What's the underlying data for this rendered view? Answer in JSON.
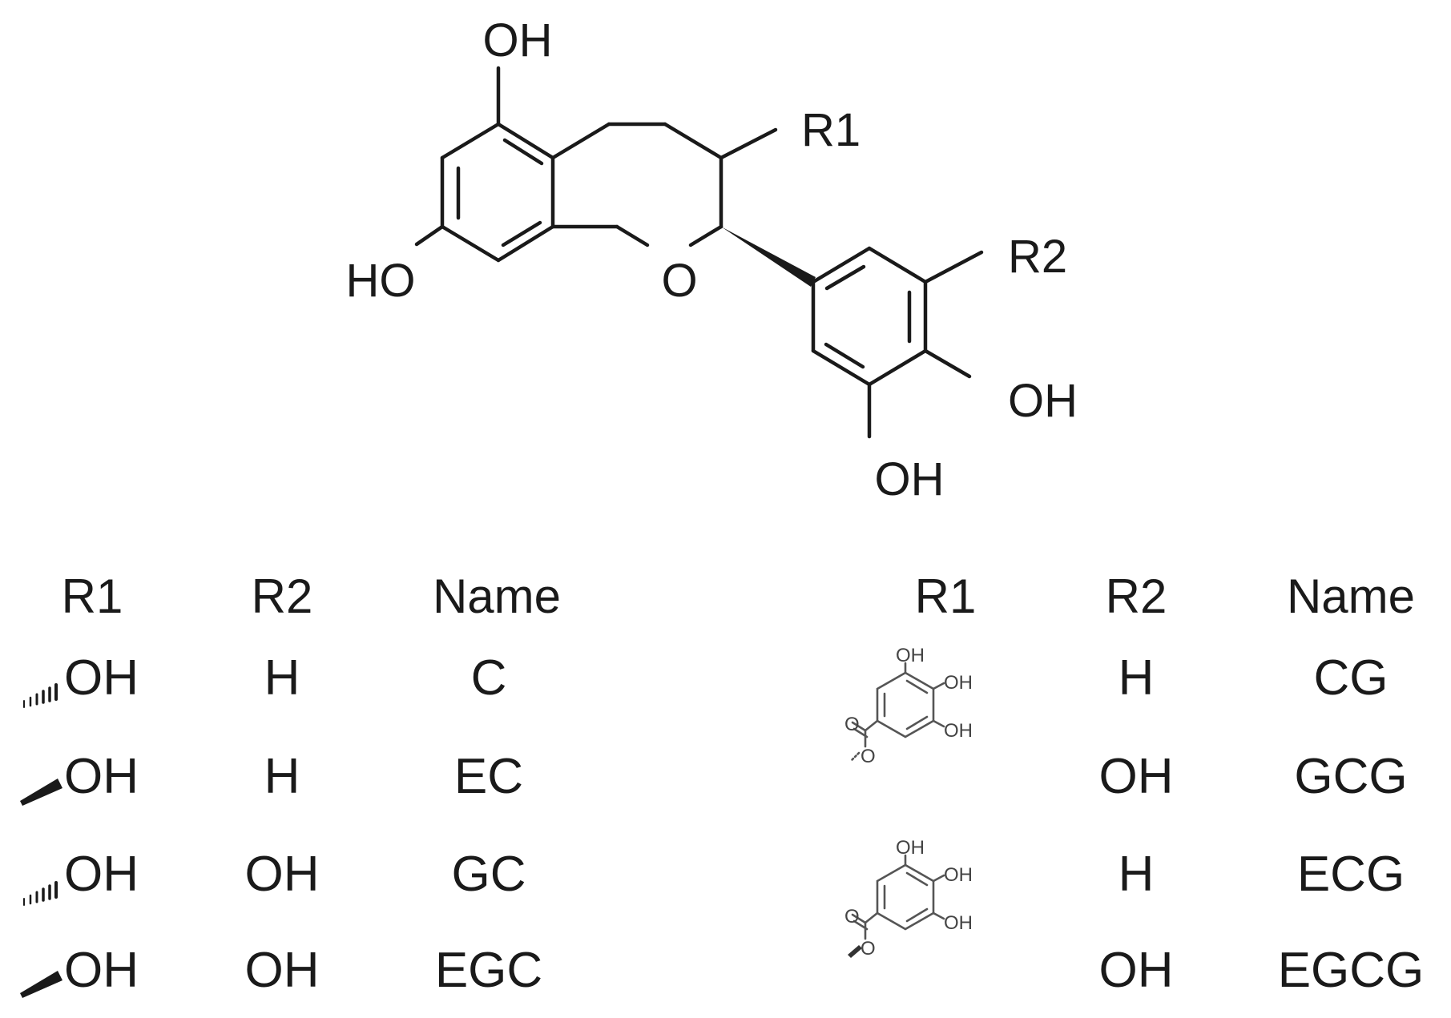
{
  "structure": {
    "labels": {
      "oh_top": "OH",
      "r1": "R1",
      "r2": "R2",
      "ho_left": "HO",
      "ring_o": "O",
      "oh_right": "OH",
      "oh_bottom": "OH"
    }
  },
  "tables": [
    {
      "headers": [
        "R1",
        "R2",
        "Name"
      ],
      "rows": [
        {
          "r1": "OH",
          "r1_bond": "hashed",
          "r2": "H",
          "name": "C"
        },
        {
          "r1": "OH",
          "r1_bond": "wedge",
          "r2": "H",
          "name": "EC"
        },
        {
          "r1": "OH",
          "r1_bond": "hashed",
          "r2": "OH",
          "name": "GC"
        },
        {
          "r1": "OH",
          "r1_bond": "wedge",
          "r2": "OH",
          "name": "EGC"
        }
      ]
    },
    {
      "headers": [
        "R1",
        "R2",
        "Name"
      ],
      "galloyl_labels": {
        "oh1": "OH",
        "oh2": "OH",
        "oh3": "OH",
        "carbonyl_o": "O",
        "ester_o": "O"
      },
      "rows": [
        {
          "r2": "H",
          "name": "CG"
        },
        {
          "r2": "OH",
          "name": "GCG"
        },
        {
          "r2": "H",
          "name": "ECG"
        },
        {
          "r2": "OH",
          "name": "EGCG"
        }
      ]
    }
  ]
}
